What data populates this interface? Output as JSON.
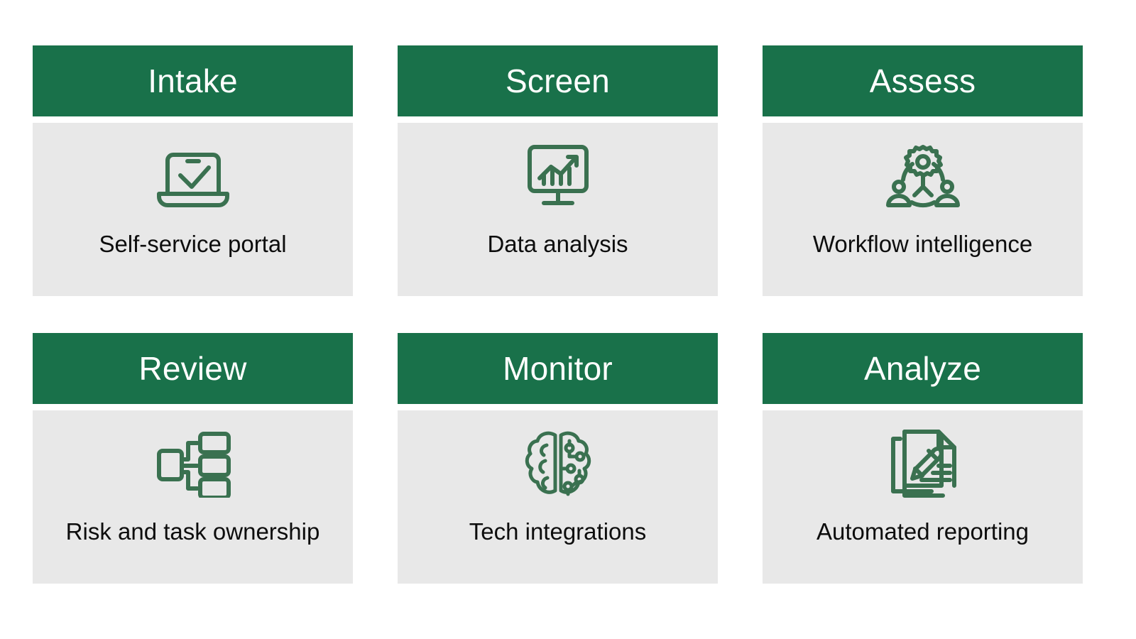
{
  "diagram": {
    "type": "process-stage-grid",
    "columns": 3,
    "rows": 2,
    "colors": {
      "header_background": "#19714a",
      "header_text": "#ffffff",
      "body_background": "#e8e8e8",
      "icon_stroke": "#3a7150",
      "label_text": "#0d0d0d",
      "page_background": "#ffffff"
    },
    "cards": [
      {
        "title": "Intake",
        "label": "Self-service portal",
        "icon": "laptop-check-icon"
      },
      {
        "title": "Screen",
        "label": "Data analysis",
        "icon": "monitor-chart-icon"
      },
      {
        "title": "Assess",
        "label": "Workflow intelligence",
        "icon": "gear-people-network-icon"
      },
      {
        "title": "Review",
        "label": "Risk and task ownership",
        "icon": "hierarchy-branch-icon"
      },
      {
        "title": "Monitor",
        "label": "Tech integrations",
        "icon": "brain-circuit-icon"
      },
      {
        "title": "Analyze",
        "label": "Automated reporting",
        "icon": "documents-pencil-icon"
      }
    ]
  }
}
